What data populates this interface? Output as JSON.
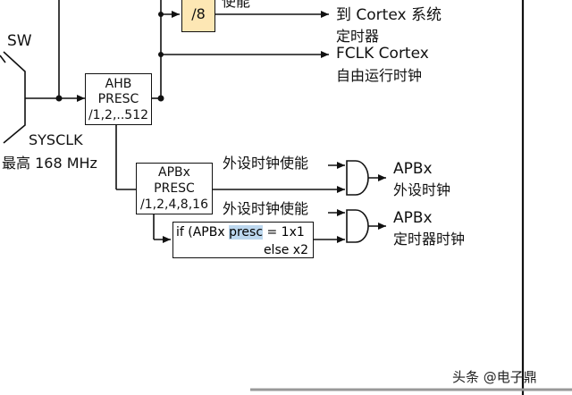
{
  "mux_label": "SW",
  "sysclk_label": "SYSCLK",
  "max_freq_label": "最高 168 MHz",
  "ahb_presc": {
    "line1": "AHB",
    "line2": "PRESC",
    "line3": "/1,2,..512"
  },
  "div8_label": "/8",
  "enable_partial": "使能",
  "cortex_timer": {
    "line1": "到 Cortex 系统",
    "line2": "定时器"
  },
  "fclk": {
    "line1": "FCLK Cortex",
    "line2": "自由运行时钟"
  },
  "apb_presc": {
    "line1": "APBx",
    "line2": "PRESC",
    "line3": "/1,2,4,8,16"
  },
  "periph_enable_1": "外设时钟使能",
  "periph_enable_2": "外设时钟使能",
  "apb_periph_clock": {
    "line1": "APBx",
    "line2": "外设时钟"
  },
  "apb_timer_clock": {
    "line1": "APBx",
    "line2": "定时器时钟"
  },
  "calc": {
    "prefix": "if (APBx ",
    "highlight": "presc",
    "suffix": " = 1x1",
    "line2": "else x2"
  },
  "watermark": "头条 @电子鼎"
}
